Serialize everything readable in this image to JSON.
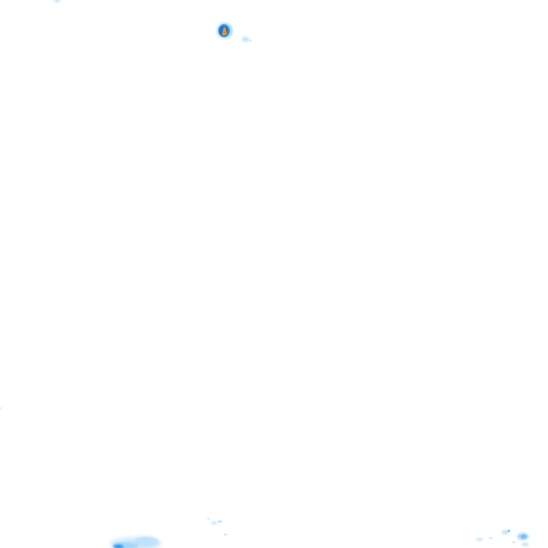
{
  "map": {
    "kind": "precipitation-radar-overlay-tile",
    "background": "transparent",
    "colors": {
      "light": "#bfe3fb",
      "pale": "#a6d6f7",
      "medium": "#7cc0f0",
      "strong": "#3a94e0",
      "heavy": "#1f6fce",
      "intense": "#f29b2a",
      "core": "#e07a10"
    },
    "cells": [
      {
        "id": "cell-top-left-edge",
        "intensity": "light"
      },
      {
        "id": "cell-storm-north",
        "intensity": "intense"
      },
      {
        "id": "cell-storm-north-trail",
        "intensity": "light"
      },
      {
        "id": "cell-left-edge-speck",
        "intensity": "light"
      },
      {
        "id": "cell-bottom-center-dots",
        "intensity": "light"
      },
      {
        "id": "cell-bottom-left-band",
        "intensity": "medium"
      },
      {
        "id": "cell-bottom-right-cluster",
        "intensity": "medium"
      }
    ]
  }
}
